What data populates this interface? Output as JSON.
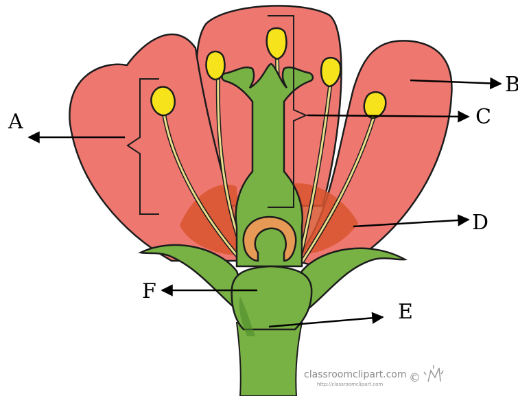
{
  "labels": {
    "a": "A",
    "b": "B",
    "c": "C",
    "d": "D",
    "e": "E",
    "f": "F"
  },
  "watermark": {
    "site": "classroomclipart.com",
    "url": "http://classroomclipart.com",
    "copyright_symbol": "©"
  },
  "colors": {
    "petal": "#ee7770",
    "petal_dark": "#d8552e",
    "green": "#78b244",
    "green_dark": "#4f8c2c",
    "anther": "#f7e31b",
    "ovule": "#e79a55",
    "outline": "#1c1c1c"
  }
}
